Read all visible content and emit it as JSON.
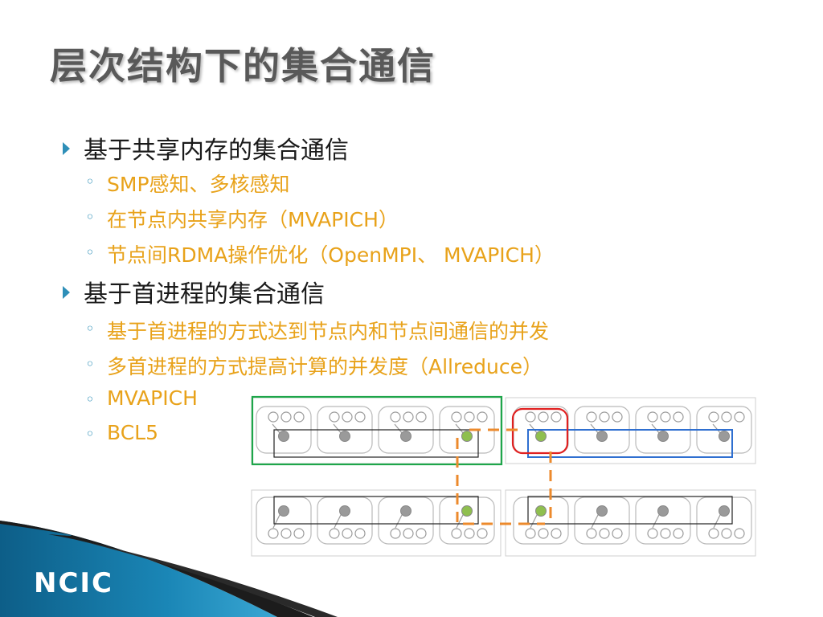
{
  "title": "层次结构下的集合通信",
  "bullets": [
    {
      "level": 1,
      "text": "基于共享内存的集合通信"
    },
    {
      "level": 2,
      "text": "SMP感知、多核感知"
    },
    {
      "level": 2,
      "text": "在节点内共享内存（MVAPICH）"
    },
    {
      "level": 2,
      "text": "节点间RDMA操作优化（OpenMPI、 MVAPICH）"
    },
    {
      "level": 1,
      "text": "基于首进程的集合通信"
    },
    {
      "level": 2,
      "text": "基于首进程的方式达到节点内和节点间通信的并发"
    },
    {
      "level": 2,
      "text": "多首进程的方式提高计算的并发度（Allreduce）"
    },
    {
      "level": 2,
      "text": "MVAPICH"
    },
    {
      "level": 2,
      "text": "BCL5"
    }
  ],
  "logo_text": "NCIC",
  "colors": {
    "title": "#595959",
    "level1_text": "#1a1a1a",
    "level2_text": "#e8a21a",
    "bullet_marker": "#2e8fb8",
    "group_box_green": "#1ea64a",
    "group_box_red": "#e02020",
    "group_box_blue": "#2f6fd0",
    "dashed_link": "#ec8a2c",
    "leader_node": "#8fbf4f",
    "node_grey": "#9a9a9a"
  },
  "diagram": {
    "top_row_nodes": 8,
    "bottom_row_nodes": 8,
    "small_circles_per_node": 3
  }
}
